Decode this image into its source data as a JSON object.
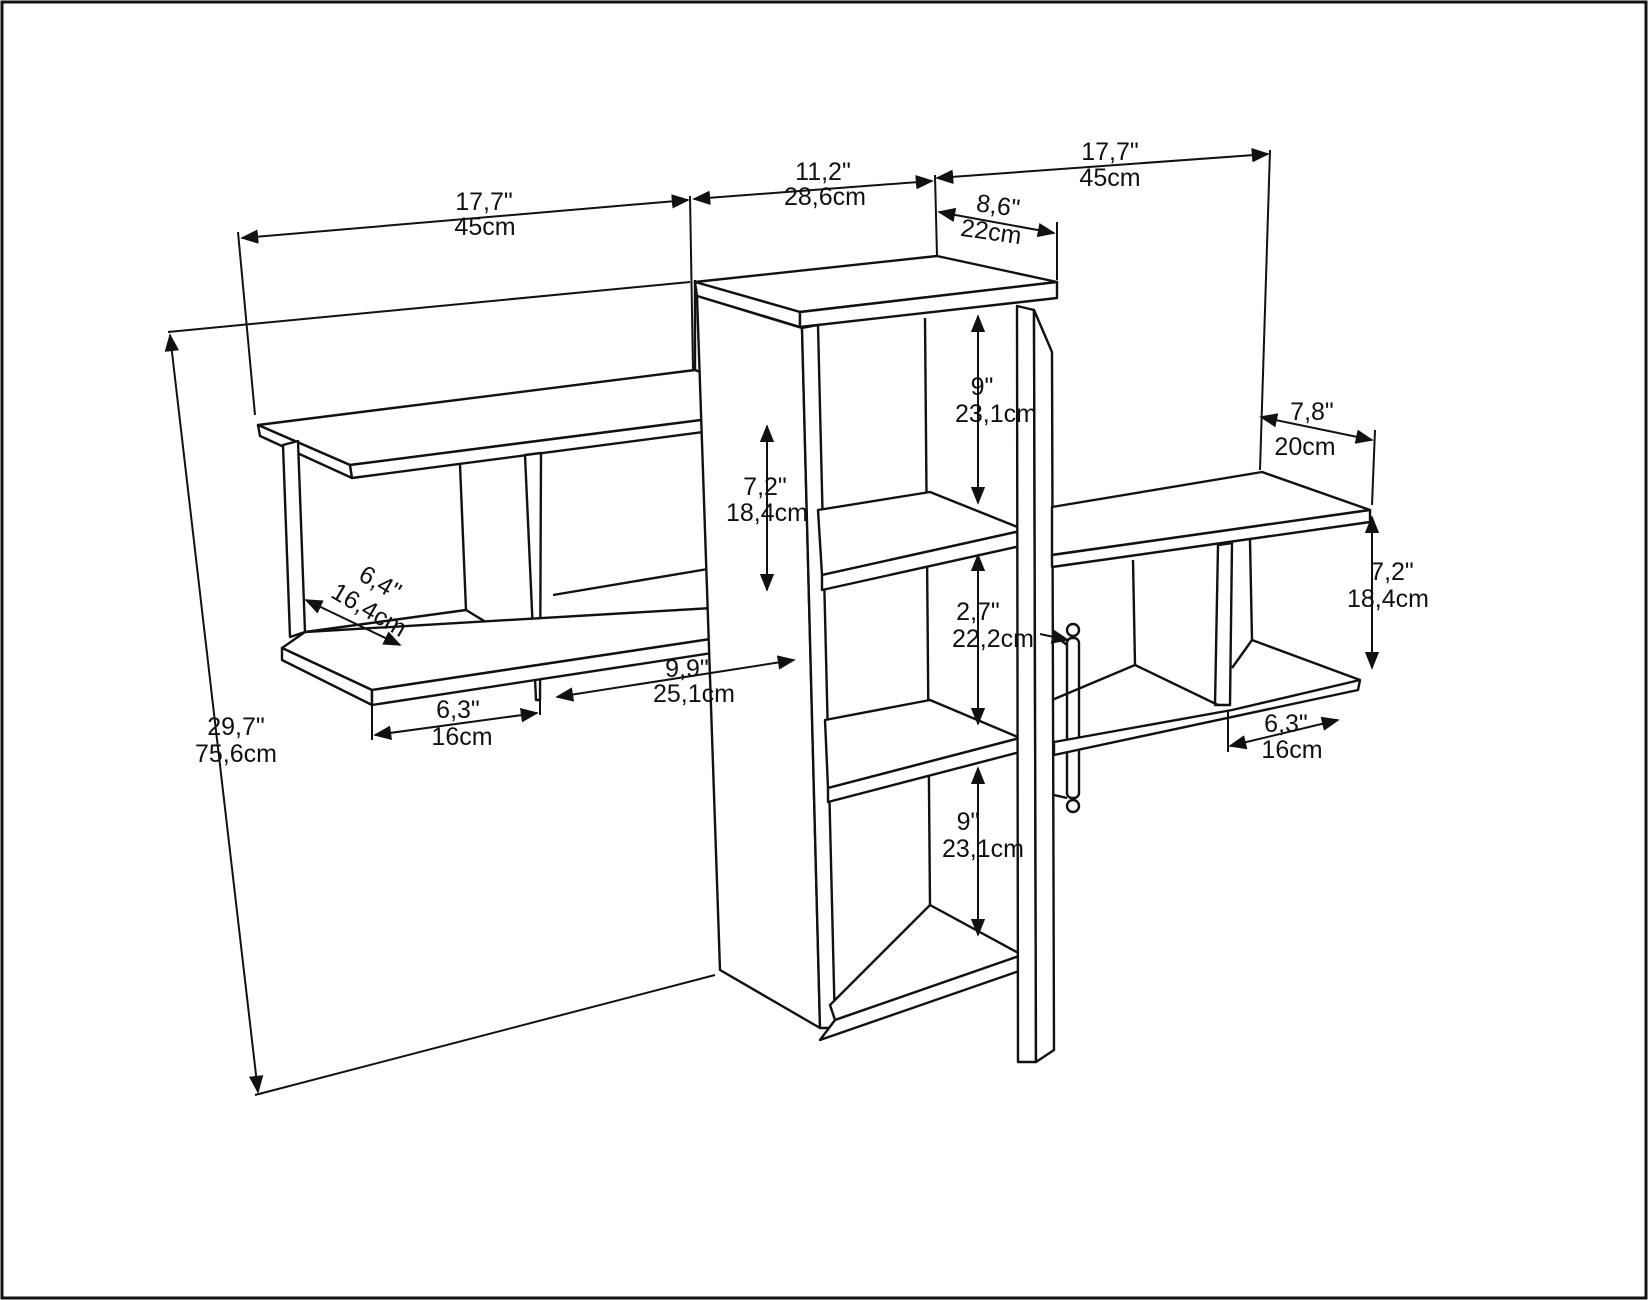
{
  "dimensions": {
    "left_width": {
      "in": "17,7\"",
      "cm": "45cm"
    },
    "center_width": {
      "in": "11,2\"",
      "cm": "28,6cm"
    },
    "right_width": {
      "in": "17,7\"",
      "cm": "45cm"
    },
    "cabinet_depth": {
      "in": "8,6\"",
      "cm": "22cm"
    },
    "right_depth": {
      "in": "7,8\"",
      "cm": "20cm"
    },
    "cab_top_compartment": {
      "in": "9\"",
      "cm": "23,1cm"
    },
    "cab_middle_compartment": {
      "in": "2,7\"",
      "cm": "22,2cm"
    },
    "cab_bottom_compartment": {
      "in": "9\"",
      "cm": "23,1cm"
    },
    "left_shelf_height": {
      "in": "7,2\"",
      "cm": "18,4cm"
    },
    "right_shelf_height": {
      "in": "7,2\"",
      "cm": "18,4cm"
    },
    "left_depth": {
      "in": "6,4\"",
      "cm": "16,4cm"
    },
    "left_small_gap": {
      "in": "6,3\"",
      "cm": "16cm"
    },
    "left_large_gap": {
      "in": "9,9\"",
      "cm": "25,1cm"
    },
    "right_small_gap": {
      "in": "6,3\"",
      "cm": "16cm"
    },
    "total_height": {
      "in": "29,7\"",
      "cm": "75,6cm"
    }
  }
}
